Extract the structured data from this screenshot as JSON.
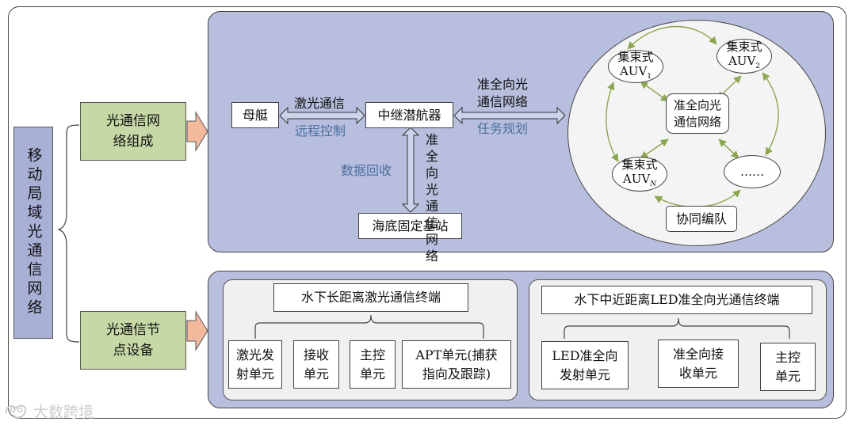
{
  "root": {
    "label": "移动局域光通信网络"
  },
  "categories": [
    {
      "label": "光通信网络组成"
    },
    {
      "label": "光通信节点设备"
    }
  ],
  "network": {
    "mothership": "母艇",
    "relay": "中继潜航器",
    "station": "海底固定基站",
    "link_laser": "激光通信",
    "remote_control": "远程控制",
    "link_quasi_right_line1": "准全向光",
    "link_quasi_right_line2": "通信网络",
    "mission_planning": "任务规划",
    "data_recovery": "数据回收",
    "link_quasi_down": "准全向光通信网络",
    "cluster": {
      "auv1_top": "集束式",
      "auv1_bottom": "AUV",
      "auv1_sub": "1",
      "auv2_top": "集束式",
      "auv2_bottom": "AUV",
      "auv2_sub": "2",
      "auvn_top": "集束式",
      "auvn_bottom": "AUV",
      "auvn_sub": "N",
      "center_line1": "准全向光",
      "center_line2": "通信网络",
      "ellipsis": "……",
      "formation": "协同编队"
    }
  },
  "devices": {
    "laser_terminal": {
      "title": "水下长距离激光通信终端",
      "items": [
        {
          "line1": "激光发",
          "line2": "射单元"
        },
        {
          "line1": "接收",
          "line2": "单元"
        },
        {
          "line1": "主控",
          "line2": "单元"
        },
        {
          "line1": "APT单元(捕获",
          "line2": "指向及跟踪)"
        }
      ]
    },
    "led_terminal": {
      "title": "水下中近距离LED准全向光通信终端",
      "items": [
        {
          "line1": "LED准全向",
          "line2": "发射单元"
        },
        {
          "line1": "准全向接",
          "line2": "收单元"
        },
        {
          "line1": "主控",
          "line2": "单元"
        }
      ]
    }
  },
  "watermark": "大数跨境",
  "colors": {
    "panel": "#b8bfde",
    "root_box": "#a9b0d6",
    "green_box": "#c6d8a6",
    "arrow_fill": "#cad4ea",
    "orange_arrow": "#f2b99d",
    "green_arrow": "#8aa64e",
    "blue_text": "#4a6f9e"
  }
}
